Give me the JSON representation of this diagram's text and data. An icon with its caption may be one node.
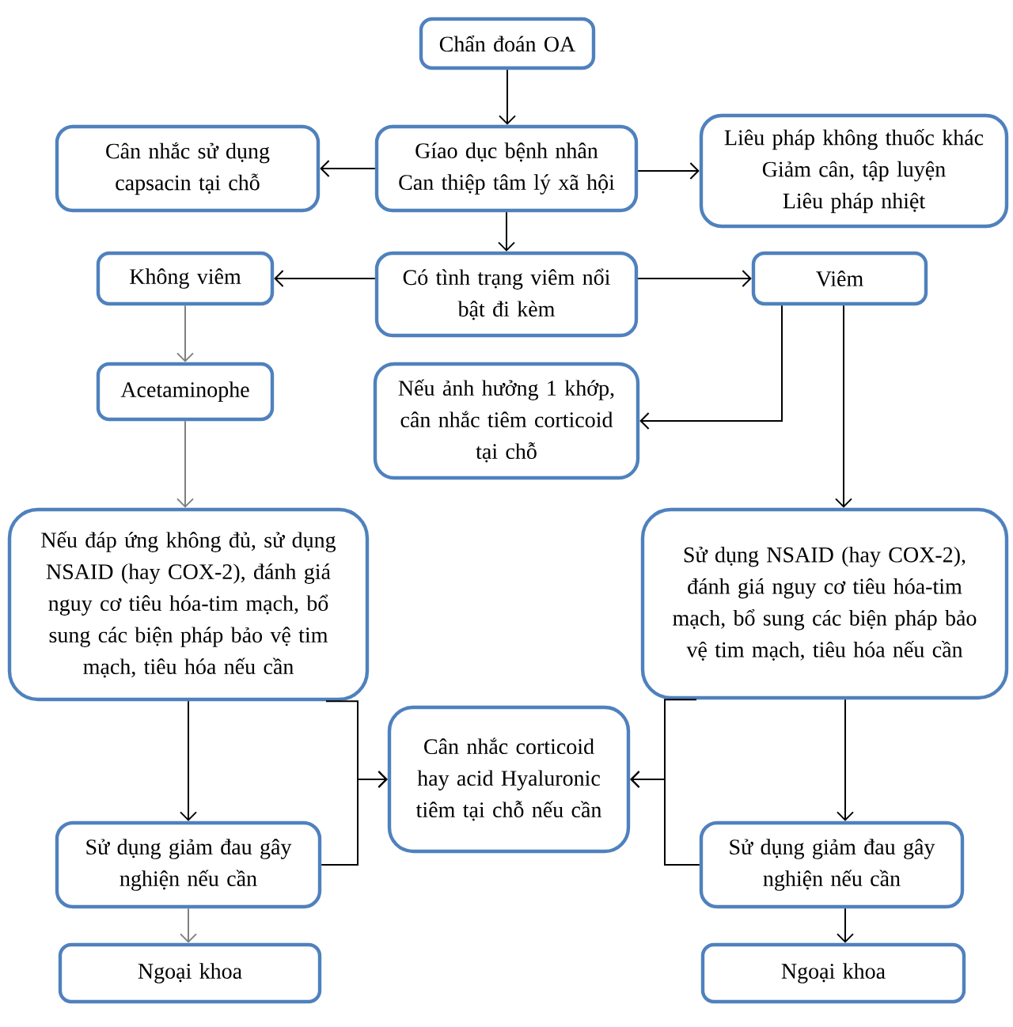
{
  "diagram": {
    "nodes": [
      {
        "text": [
          "Chẩn đoán OA"
        ]
      },
      {
        "text": [
          "Cân nhắc sử dụng capsacin tại chỗ"
        ]
      },
      {
        "text": [
          "Gíao dục bệnh nhân",
          "Can thiệp tâm lý xã hội"
        ]
      },
      {
        "text": [
          "Liêu pháp không thuốc khác",
          "Giảm cân, tập luyện",
          "Liêu pháp nhiệt"
        ]
      },
      {
        "text": [
          "Không viêm"
        ]
      },
      {
        "text": [
          "Có tình trạng viêm nổi bật đi kèm"
        ]
      },
      {
        "text": [
          "Viêm"
        ]
      },
      {
        "text": [
          "Acetaminophe"
        ]
      },
      {
        "text": [
          "Nếu ảnh hưởng 1 khớp, cân nhắc tiêm corticoid tại chỗ"
        ]
      },
      {
        "text": [
          "Nếu đáp ứng không đủ, sử dụng NSAID (hay COX-2), đánh giá nguy cơ tiêu hóa-tim mạch, bổ sung các biện pháp bảo vệ tim mạch, tiêu hóa nếu cần"
        ]
      },
      {
        "text": [
          "Sử dụng NSAID (hay COX-2), đánh giá nguy cơ tiêu hóa-tim mạch, bổ sung các biện pháp bảo vệ tim mạch, tiêu hóa nếu cần"
        ]
      },
      {
        "text": [
          "Cân nhắc corticoid hay acid Hyaluronic tiêm tại chỗ nếu cần"
        ]
      },
      {
        "text": [
          "Sử dụng giảm đau gây nghiện nếu cần"
        ]
      },
      {
        "text": [
          "Sử dụng giảm đau gây nghiện nếu cần"
        ]
      },
      {
        "text": [
          "Ngoại khoa"
        ]
      },
      {
        "text": [
          "Ngoại khoa"
        ]
      }
    ],
    "edges": [
      {
        "from": 0,
        "to": 2,
        "arrow": "to"
      },
      {
        "from": 2,
        "to": 1,
        "arrow": "to"
      },
      {
        "from": 2,
        "to": 3,
        "arrow": "to"
      },
      {
        "from": 2,
        "to": 5,
        "arrow": "to"
      },
      {
        "from": 5,
        "to": 4,
        "arrow": "to"
      },
      {
        "from": 5,
        "to": 6,
        "arrow": "to"
      },
      {
        "from": 4,
        "to": 7,
        "arrow": "to",
        "color": "#808080"
      },
      {
        "from": 6,
        "to": 8,
        "arrow": "to"
      },
      {
        "from": 6,
        "to": 10,
        "arrow": "to"
      },
      {
        "from": 7,
        "to": 9,
        "arrow": "to",
        "color": "#808080"
      },
      {
        "from": 9,
        "to": 12,
        "arrow": "to"
      },
      {
        "from": 9,
        "to": 11,
        "arrow": "to"
      },
      {
        "from": 12,
        "to": 11,
        "arrow": "to"
      },
      {
        "from": 10,
        "to": 13,
        "arrow": "to"
      },
      {
        "from": 10,
        "to": 11,
        "arrow": "to"
      },
      {
        "from": 13,
        "to": 11,
        "arrow": "to"
      },
      {
        "from": 12,
        "to": 14,
        "arrow": "to",
        "color": "#808080"
      },
      {
        "from": 13,
        "to": 15,
        "arrow": "to"
      }
    ]
  }
}
